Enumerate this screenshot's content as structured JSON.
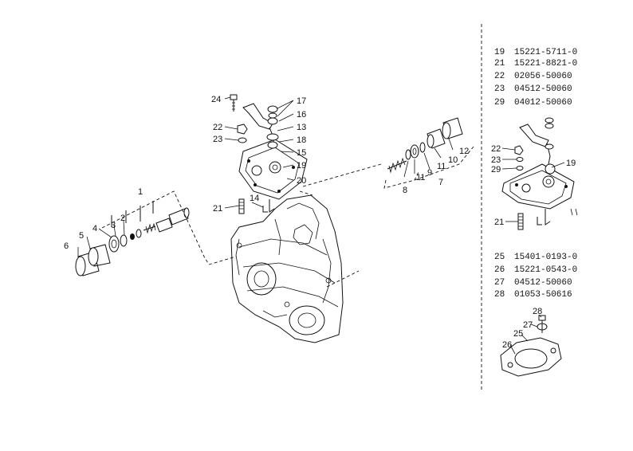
{
  "callouts": {
    "c1": "1",
    "c2": "2",
    "c3": "3",
    "c4": "4",
    "c5": "5",
    "c6": "6",
    "c7": "7",
    "c8": "8",
    "c9": "9",
    "c10": "10",
    "c11": "11",
    "c11b": "11",
    "c12": "12",
    "c13": "13",
    "c14": "14",
    "c15": "15",
    "c16": "16",
    "c17": "17",
    "c18": "18",
    "c19": "19",
    "c20": "20",
    "c21": "21",
    "c22": "22",
    "c23": "23",
    "c24": "24"
  },
  "inset_callouts": {
    "i19": "19",
    "i21": "21",
    "i22": "22",
    "i23": "23",
    "i29": "29",
    "i25": "25",
    "i26": "26",
    "i27": "27",
    "i28": "28"
  },
  "parts_top": [
    {
      "ref": "19",
      "part": "15221-5711-0"
    },
    {
      "ref": "21",
      "part": "15221-8821-0"
    },
    {
      "ref": "22",
      "part": "02056-50060"
    },
    {
      "ref": "23",
      "part": "04512-50060"
    },
    {
      "ref": "29",
      "part": "04012-50060"
    }
  ],
  "parts_bottom": [
    {
      "ref": "25",
      "part": "15401-0193-0"
    },
    {
      "ref": "26",
      "part": "15221-0543-0"
    },
    {
      "ref": "27",
      "part": "04512-50060"
    },
    {
      "ref": "28",
      "part": "01053-50616"
    }
  ]
}
